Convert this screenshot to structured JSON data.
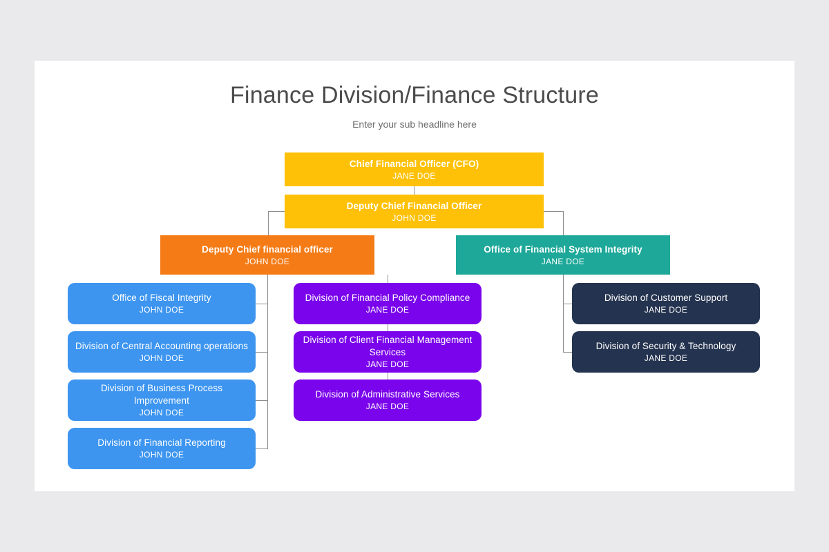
{
  "slide": {
    "title": "Finance Division/Finance Structure",
    "subtitle": "Enter your sub headline here",
    "background": "#eaeaec",
    "canvas_color": "#ffffff"
  },
  "colors": {
    "yellow": "#ffc107",
    "orange": "#f47b16",
    "teal": "#1da899",
    "blue": "#3d95f0",
    "purple": "#7a04eb",
    "navy": "#24334f",
    "connector": "#8d8d8d",
    "title_text": "#4b4b4b",
    "subtitle_text": "#6d6d6d"
  },
  "chart_data": {
    "type": "diagram",
    "diagram_type": "organization-chart",
    "title": "Finance Division/Finance Structure",
    "subtitle": "Enter your sub headline here",
    "levels": 4,
    "nodes": [
      {
        "id": "cfo",
        "title": "Chief Financial Officer (CFO)",
        "person": "JANE DOE",
        "color": "#ffc107",
        "level": 1,
        "shape": "rectangle",
        "bold": true
      },
      {
        "id": "dcfo",
        "title": "Deputy Chief Financial Officer",
        "person": "JOHN DOE",
        "color": "#ffc107",
        "level": 2,
        "shape": "rectangle",
        "bold": true
      },
      {
        "id": "dcfo2",
        "title": "Deputy Chief financial officer",
        "person": "JOHN DOE",
        "color": "#f47b16",
        "level": 3,
        "shape": "rectangle",
        "bold": true
      },
      {
        "id": "ofsi",
        "title": "Office of Financial System Integrity",
        "person": "JANE DOE",
        "color": "#1da899",
        "level": 3,
        "shape": "rectangle",
        "bold": true
      },
      {
        "id": "ofi",
        "title": "Office of Fiscal Integrity",
        "person": "JOHN DOE",
        "color": "#3d95f0",
        "level": 4,
        "shape": "rounded",
        "bold": false
      },
      {
        "id": "dcao",
        "title": "Division of Central Accounting operations",
        "person": "JOHN DOE",
        "color": "#3d95f0",
        "level": 4,
        "shape": "rounded",
        "bold": false
      },
      {
        "id": "dbpi",
        "title": "Division of Business Process Improvement",
        "person": "JOHN DOE",
        "color": "#3d95f0",
        "level": 4,
        "shape": "rounded",
        "bold": false
      },
      {
        "id": "dfr",
        "title": "Division of Financial Reporting",
        "person": "JOHN DOE",
        "color": "#3d95f0",
        "level": 4,
        "shape": "rounded",
        "bold": false
      },
      {
        "id": "dfpc",
        "title": "Division of Financial Policy Compliance",
        "person": "JANE DOE",
        "color": "#7a04eb",
        "level": 4,
        "shape": "rounded",
        "bold": false
      },
      {
        "id": "dcfms",
        "title": "Division of Client Financial Management Services",
        "person": "JANE DOE",
        "color": "#7a04eb",
        "level": 4,
        "shape": "rounded",
        "bold": false
      },
      {
        "id": "das",
        "title": "Division of Administrative Services",
        "person": "JANE DOE",
        "color": "#7a04eb",
        "level": 4,
        "shape": "rounded",
        "bold": false
      },
      {
        "id": "dcs",
        "title": "Division of Customer Support",
        "person": "JANE DOE",
        "color": "#24334f",
        "level": 4,
        "shape": "rounded",
        "bold": false
      },
      {
        "id": "dst",
        "title": "Division of Security & Technology",
        "person": "JANE DOE",
        "color": "#24334f",
        "level": 4,
        "shape": "rounded",
        "bold": false
      }
    ],
    "edges": [
      {
        "from": "cfo",
        "to": "dcfo"
      },
      {
        "from": "dcfo",
        "to": "dcfo2"
      },
      {
        "from": "dcfo",
        "to": "ofsi"
      },
      {
        "from": "dcfo2",
        "to": "ofi"
      },
      {
        "from": "dcfo2",
        "to": "dcao"
      },
      {
        "from": "dcfo2",
        "to": "dbpi"
      },
      {
        "from": "dcfo2",
        "to": "dfr"
      },
      {
        "from": "dcfo2",
        "to": "dfpc"
      },
      {
        "from": "dcfo2",
        "to": "dcfms"
      },
      {
        "from": "dcfo2",
        "to": "das"
      },
      {
        "from": "ofsi",
        "to": "dcs"
      },
      {
        "from": "ofsi",
        "to": "dst"
      }
    ]
  },
  "nodes": {
    "cfo": {
      "title": "Chief Financial Officer (CFO)",
      "person": "JANE DOE"
    },
    "dcfo": {
      "title": "Deputy Chief Financial Officer",
      "person": "JOHN DOE"
    },
    "dcfo2": {
      "title": "Deputy Chief financial officer",
      "person": "JOHN DOE"
    },
    "ofsi": {
      "title": "Office of Financial System Integrity",
      "person": "JANE DOE"
    },
    "ofi": {
      "title": "Office of Fiscal Integrity",
      "person": "JOHN DOE"
    },
    "dcao": {
      "title": "Division of Central Accounting operations",
      "person": "JOHN DOE"
    },
    "dbpi": {
      "title": "Division of Business Process Improvement",
      "person": "JOHN DOE"
    },
    "dfr": {
      "title": "Division of Financial Reporting",
      "person": "JOHN DOE"
    },
    "dfpc": {
      "title": "Division of Financial Policy Compliance",
      "person": "JANE DOE"
    },
    "dcfms": {
      "title": "Division of Client Financial Management Services",
      "person": "JANE DOE"
    },
    "das": {
      "title": "Division of Administrative Services",
      "person": "JANE DOE"
    },
    "dcs": {
      "title": "Division of Customer Support",
      "person": "JANE DOE"
    },
    "dst": {
      "title": "Division of Security & Technology",
      "person": "JANE DOE"
    }
  }
}
